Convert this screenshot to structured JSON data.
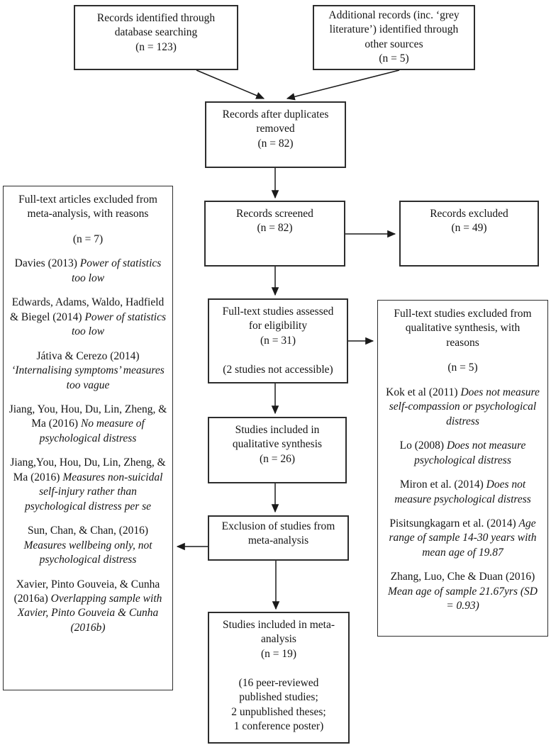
{
  "boxes": {
    "identified_database": {
      "text": "Records identified through\ndatabase searching\n(n = 123)"
    },
    "identified_other": {
      "text": "Additional records (inc. ‘grey\nliterature’) identified through\nother sources\n(n = 5)"
    },
    "after_duplicates": {
      "text": "Records after duplicates\nremoved\n(n = 82)"
    },
    "screened": {
      "text": "Records screened\n(n = 82)"
    },
    "records_excluded": {
      "text": "Records excluded\n(n = 49)"
    },
    "fulltext_assessed": {
      "text": "Full-text studies assessed\nfor eligibility\n(n = 31)\n\n(2 studies not accessible)"
    },
    "qualitative_included": {
      "text": "Studies included in\nqualitative synthesis\n(n = 26)"
    },
    "exclusion_meta": {
      "text": "Exclusion of studies from\nmeta-analysis"
    },
    "meta_included": {
      "text": "Studies included in meta-\nanalysis\n(n = 19)\n\n(16 peer-reviewed\npublished studies;\n2 unpublished theses;\n1 conference poster)"
    }
  },
  "excluded_meta_box": {
    "header": "Full-text articles excluded from\nmeta-analysis, with reasons",
    "count": "(n = 7)",
    "entries": [
      {
        "normal": "Davies (2013)",
        "italic": "Power of statistics too low"
      },
      {
        "normal": "Edwards, Adams, Waldo, Hadfield & Biegel (2014)",
        "italic": "Power of statistics too low"
      },
      {
        "normal": "Játiva & Cerezo (2014)",
        "italic": "‘Internalising symptoms’ measures too vague"
      },
      {
        "normal": "Jiang, You, Hou, Du, Lin, Zheng, & Ma (2016)",
        "italic": "No measure of psychological distress"
      },
      {
        "normal": "Jiang,You, Hou, Du, Lin, Zheng, & Ma (2016)",
        "italic": "Measures non-suicidal self-injury rather than psychological distress per se"
      },
      {
        "normal": "Sun, Chan, & Chan, (2016)",
        "italic": "Measures wellbeing only, not psychological distress"
      },
      {
        "normal": "Xavier, Pinto Gouveia, & Cunha (2016a)",
        "italic": "Overlapping sample with Xavier, Pinto Gouveia & Cunha (2016b)"
      }
    ]
  },
  "excluded_qualitative_box": {
    "header": "Full-text studies excluded from\nqualitative synthesis, with\nreasons",
    "count": "(n = 5)",
    "entries": [
      {
        "normal": "Kok et al (2011)",
        "italic": "Does not measure self-compassion or psychological distress"
      },
      {
        "normal": "Lo (2008)",
        "italic": "Does not measure psychological distress"
      },
      {
        "normal": "Miron et al. (2014)",
        "italic": "Does not measure psychological distress"
      },
      {
        "normal": "Pisitsungkagarn et al. (2014)",
        "italic": "Age range of sample 14-30 years with mean age of 19.87"
      },
      {
        "normal": "Zhang, Luo, Che & Duan (2016)",
        "italic": "Mean age of sample 21.67yrs (SD = 0.93)"
      }
    ]
  }
}
